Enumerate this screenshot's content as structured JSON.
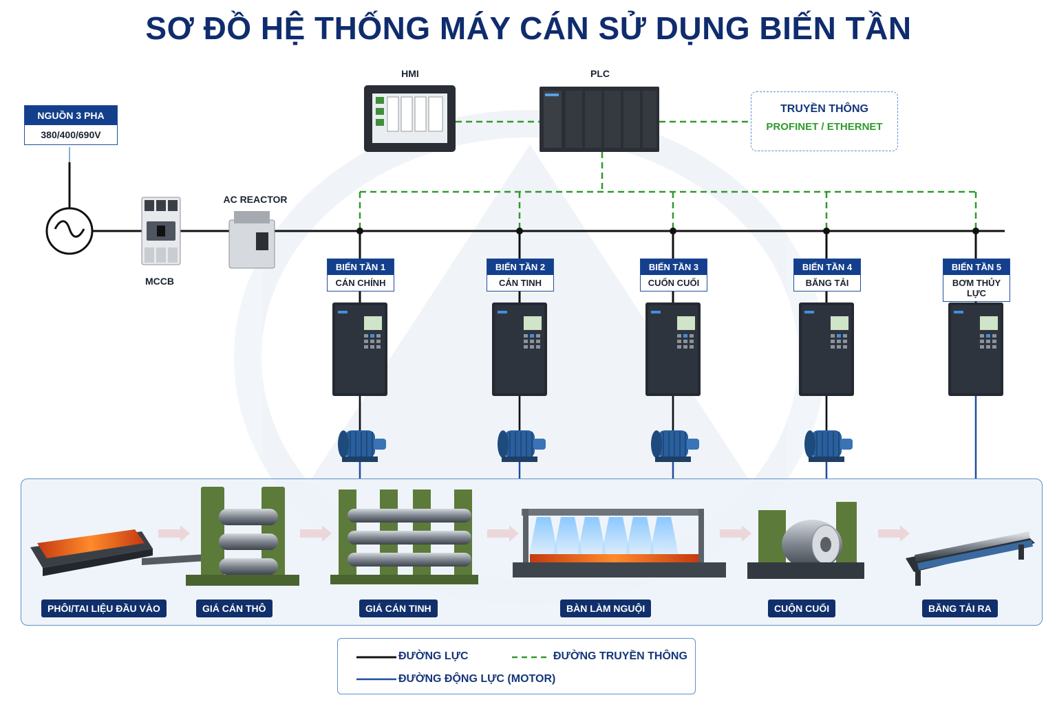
{
  "title": "SƠ ĐỒ HỆ THỐNG MÁY CÁN SỬ DỤNG BIẾN TẦN",
  "source": {
    "label": "NGUỒN 3 PHA",
    "voltage": "380/400/690V"
  },
  "devices": {
    "hmi": "HMI",
    "plc": "PLC",
    "mccb": "MCCB",
    "reactor": "AC REACTOR"
  },
  "comm": {
    "title": "TRUYỀN THÔNG",
    "protocol": "PROFINET / ETHERNET"
  },
  "drives": [
    {
      "name": "BIẾN TẦN 1",
      "func": "CÁN CHÍNH"
    },
    {
      "name": "BIẾN TẦN 2",
      "func": "CÁN TINH"
    },
    {
      "name": "BIẾN TẦN 3",
      "func": "CUỐN CUỐI"
    },
    {
      "name": "BIẾN TẦN 4",
      "func": "BĂNG TẢI"
    },
    {
      "name": "BIẾN TẦN 5",
      "func": "BƠM THỦY LỰC"
    }
  ],
  "stages": [
    "PHÔI/TAI LIỆU ĐẦU VÀO",
    "GIÁ CÁN THÔ",
    "GIÁ CÁN TINH",
    "BÀN LÀM NGUỘI",
    "CUỘN CUỐI",
    "BĂNG TẢI RA"
  ],
  "legend": {
    "power": "ĐƯỜNG LỰC",
    "comm": "ĐƯỜNG TRUYỀN THÔNG",
    "motor": "ĐƯỜNG ĐỘNG LỰC (MOTOR)"
  },
  "colors": {
    "title": "#0f2c6e",
    "label_bg": "#143f8c",
    "power_line": "#111111",
    "comm_line": "#2f9a2c",
    "motor_line": "#1c4e9e",
    "drive_body": "#252a32",
    "motor_body": "#2a5f9e",
    "machine_green": "#5c7a3a"
  }
}
